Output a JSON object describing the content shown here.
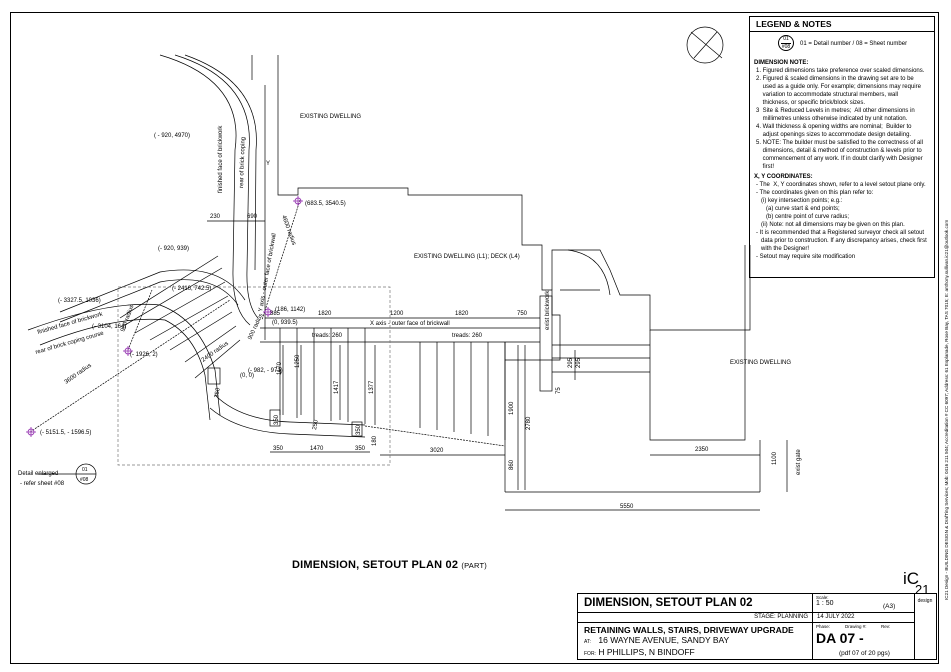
{
  "legend": {
    "title": "LEGEND & NOTES",
    "key_bubble_top": "01",
    "key_bubble_bottom": "#08",
    "key_text": "01 = Detail number / 08 = Sheet number",
    "dimension_heading": "DIMENSION NOTE:",
    "notes": [
      "1. Figured dimensions take preference over scaled dimensions.",
      "2. Figured & scaled dimensions in the drawing set are to be",
      "    used as a guide only. For example; dimensions may require",
      "    variation to accommodate structural members, wall",
      "    thickness, or specific brick/block sizes.",
      "3  Site & Reduced Levels in metres;  All other dimensions in",
      "    millimetres unless otherwise indicated by unit notation.",
      "4. Wall thickness & opening widths are nominal;  Builder to",
      "    adjust openings sizes to accommodate design detailing.",
      "5. NOTE: The builder must be satisfied to the correctness of all",
      "    dimensions, detail & method of construction & levels prior to",
      "    commencement of any work. If in doubt clarify with Designer",
      "    first!"
    ],
    "xy_heading": "X, Y COORDINATES:",
    "xy_notes": [
      "- The  X, Y coordinates shown, refer to a level setout plane only.",
      "- The coordinates given on this plan refer to:",
      "   (i) key intersection points; e.g.:",
      "      (a) curve start & end points;",
      "      (b) centre point of curve radius;",
      "   (ii) Note: not all dimensions may be given on this plan.",
      "- It is recommended that a Registered surveyor check all setout",
      "   data prior to construction. If any discrepancy arises, check first",
      "   with the Designer!",
      "- Setout may require site modification"
    ]
  },
  "side_strip_text": "IC21 Design - BUILDING DESIGN & DrafTing Services; Mob: 0416 211 504; Accreditation # CC 6097; Address: 61 Esplanade, Rose Bay, TAS 7015; E: anthony.sullivan.ic21@outlook.com",
  "plan": {
    "existing_dwelling_top": "EXISTING DWELLING",
    "existing_dwelling_deck": "EXISTING DWELLING (L1); DECK (L4)",
    "existing_dwelling_right": "EXISTING DWELLING",
    "coords": {
      "c1": "( - 920, 4970)",
      "c2": "(683.5, 3540.5)",
      "c3": "(- 920, 939)",
      "c4": "(- 3327.5, 1036)",
      "c5": "(- 2416, 742.5)",
      "c6": "(186, 1142)",
      "c7": "(0, 939.5)",
      "c8": "(- 3104, 164)",
      "c9": "(- 1926, 2)",
      "c10": "(0, 0)",
      "c11": "(- 982, - 971)",
      "c12": "(- 5151.5, - 1596.5)"
    },
    "radius": {
      "r4600": "4600 radius",
      "r900a": "900 radius",
      "r900b": "900 radius",
      "r2400": "2400 radius",
      "r3600": "3600 radius"
    },
    "labels": {
      "finished_face": "finished face of brickwork",
      "rear_coping": "rear of brick coping",
      "y_axis": "Y axis - outer face of brickwall",
      "x_axis": "X axis - outer face of brickwall",
      "finished_face_left": "finished face of brickwork",
      "rear_coping_left": "rear of brick coping course",
      "exist_brickwork": "exist brickwork",
      "exist_gate": "exist gate",
      "y": "Y",
      "treads_a": "treads: 260",
      "treads_b": "treads: 260",
      "detail_enlarged": "Detail enlarged",
      "refer_sheet": "- refer sheet #08",
      "detail_top": "01",
      "detail_bottom": "#08"
    },
    "dims": {
      "d230": "230",
      "d690": "690",
      "d385": "385",
      "d1820a": "1820",
      "d1200": "1200",
      "d1820b": "1820",
      "d750": "750",
      "d1170": "1170",
      "d1250": "1250",
      "d1417": "1417",
      "d1377": "1377",
      "d350": "350",
      "d250": "250",
      "d180a": "180",
      "d350b": "350",
      "d350c": "350",
      "d1470": "1470",
      "d350d": "350",
      "d3020": "3020",
      "d1900": "1900",
      "d2780": "2780",
      "d860": "860",
      "d295a": "295",
      "d295b": "295",
      "d75": "75",
      "d2350": "2350",
      "d1100": "1100",
      "d5550": "5550",
      "d180b": "180"
    }
  },
  "plan_title": "DIMENSION, SETOUT PLAN 02",
  "plan_title_part": "(PART)",
  "logo": {
    "main": "iC",
    "sub": "21",
    "design": "design"
  },
  "title_block": {
    "title": "DIMENSION, SETOUT PLAN 02",
    "scale_label": "Scale:",
    "scale": "1 : 50",
    "sheet_size": "(A3)",
    "stage": "STAGE: PLANNING",
    "date": "14 JULY 2022",
    "project": "RETAINING WALLS, STAIRS, DRIVEWAY UPGRADE",
    "at_label": "AT:",
    "address": "16 WAYNE AVENUE, SANDY BAY",
    "for_label": "FOR:",
    "client": "H PHILLIPS, N BINDOFF",
    "phase_label": "Phase:",
    "drawing_label": "Drawing #:",
    "rev_label": "Rev:",
    "drawing_number": "DA  07   -",
    "pdf_ref": "(pdf 07 of 20 pgs)"
  }
}
